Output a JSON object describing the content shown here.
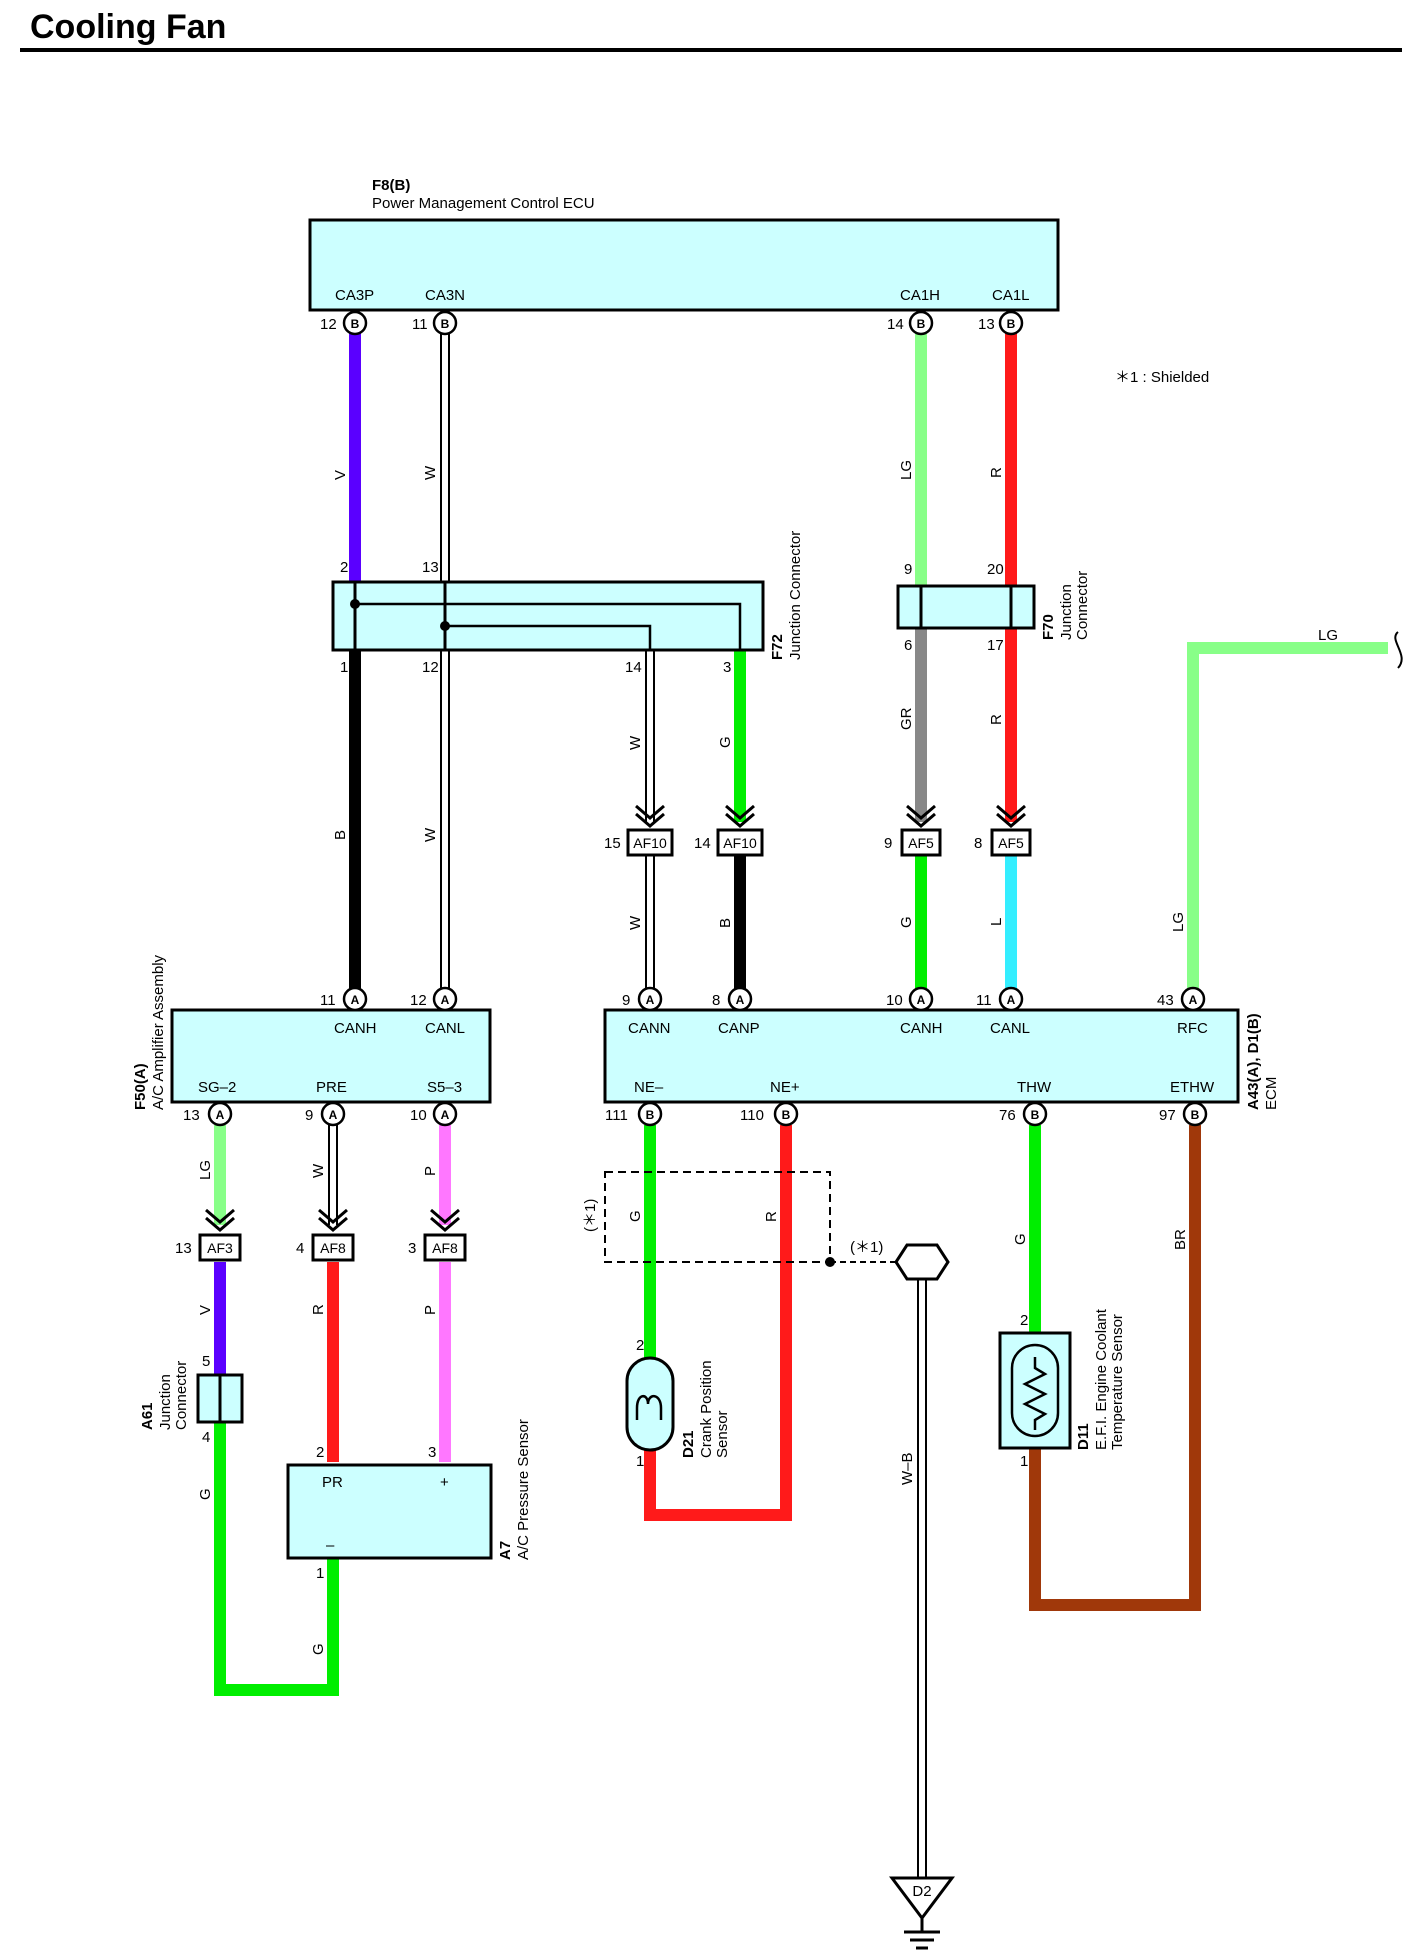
{
  "title": "Cooling Fan",
  "note": "＊1 : Shielded",
  "colors": {
    "box_fill": "#ccffff",
    "V": "#5a00ff",
    "W": "#ffffff",
    "LG": "#88ff88",
    "R": "#ff1a1a",
    "B": "#000000",
    "G": "#00ee00",
    "GR": "#888888",
    "L": "#33eeff",
    "P": "#ff77ff",
    "BR": "#a0380a"
  },
  "components": {
    "f8": {
      "code": "F8(B)",
      "name": "Power Management Control ECU",
      "terms": [
        "CA3P",
        "CA3N",
        "CA1H",
        "CA1L"
      ],
      "pins": [
        {
          "num": "12",
          "letter": "B"
        },
        {
          "num": "11",
          "letter": "B"
        },
        {
          "num": "14",
          "letter": "B"
        },
        {
          "num": "13",
          "letter": "B"
        }
      ]
    },
    "f72": {
      "code": "F72",
      "name": "Junction Connector",
      "pins_top": [
        "2",
        "13"
      ],
      "pins_bottom": [
        "1",
        "12",
        "14",
        "3"
      ]
    },
    "f70": {
      "code": "F70",
      "name_line1": "Junction",
      "name_line2": "Connector",
      "pins_top": [
        "9",
        "20"
      ],
      "pins_bottom": [
        "6",
        "17"
      ]
    },
    "f50": {
      "code": "F50(A)",
      "name": "A/C Amplifier Assembly",
      "terms_top": [
        "CANH",
        "CANL"
      ],
      "terms_bottom": [
        "SG–2",
        "PRE",
        "S5–3"
      ],
      "pins_top": [
        {
          "num": "11",
          "letter": "A"
        },
        {
          "num": "12",
          "letter": "A"
        }
      ],
      "pins_bottom": [
        {
          "num": "13",
          "letter": "A"
        },
        {
          "num": "9",
          "letter": "A"
        },
        {
          "num": "10",
          "letter": "A"
        }
      ]
    },
    "a43": {
      "code": "A43(A), D1(B)",
      "name": "ECM",
      "terms_top": [
        "CANN",
        "CANP",
        "CANH",
        "CANL",
        "RFC"
      ],
      "terms_bottom": [
        "NE–",
        "NE+",
        "THW",
        "ETHW"
      ],
      "pins_top": [
        {
          "num": "9",
          "letter": "A"
        },
        {
          "num": "8",
          "letter": "A"
        },
        {
          "num": "10",
          "letter": "A"
        },
        {
          "num": "11",
          "letter": "A"
        },
        {
          "num": "43",
          "letter": "A"
        }
      ],
      "pins_bottom": [
        {
          "num": "111",
          "letter": "B"
        },
        {
          "num": "110",
          "letter": "B"
        },
        {
          "num": "76",
          "letter": "B"
        },
        {
          "num": "97",
          "letter": "B"
        }
      ]
    },
    "a61": {
      "code": "A61",
      "name_line1": "Junction",
      "name_line2": "Connector",
      "pins": [
        "5",
        "4"
      ]
    },
    "a7": {
      "code": "A7",
      "name": "A/C Pressure Sensor",
      "terms": [
        "PR",
        "+",
        "–"
      ],
      "pins": [
        "2",
        "3",
        "1"
      ]
    },
    "d21": {
      "code": "D21",
      "name_line1": "Crank Position",
      "name_line2": "Sensor",
      "pins": [
        "2",
        "1"
      ]
    },
    "d11": {
      "code": "D11",
      "name_line1": "E.F.I. Engine Coolant",
      "name_line2": "Temperature Sensor",
      "pins": [
        "2",
        "1"
      ]
    },
    "d2": {
      "code": "D2"
    }
  },
  "connectors": [
    {
      "id": "AF10",
      "pin": "15"
    },
    {
      "id": "AF10",
      "pin": "14"
    },
    {
      "id": "AF5",
      "pin": "9"
    },
    {
      "id": "AF5",
      "pin": "8"
    },
    {
      "id": "AF3",
      "pin": "13"
    },
    {
      "id": "AF8",
      "pin": "4"
    },
    {
      "id": "AF8",
      "pin": "3"
    }
  ],
  "wire_labels": {
    "v1": "V",
    "w1": "W",
    "lg1": "LG",
    "r1": "R",
    "b1": "B",
    "w2": "W",
    "w3": "W",
    "g1": "G",
    "gr1": "GR",
    "r2": "R",
    "w4": "W",
    "b2": "B",
    "g2": "G",
    "l1": "L",
    "lg2": "LG",
    "lg3": "LG",
    "lg4": "LG",
    "w5": "W",
    "p1": "P",
    "v2": "V",
    "r3": "R",
    "p2": "P",
    "g3": "G",
    "g4": "G",
    "g5": "G",
    "r4": "R",
    "wb": "W–B",
    "g6": "G",
    "br": "BR"
  },
  "shield_labels": [
    "(＊1)",
    "(＊1)"
  ]
}
